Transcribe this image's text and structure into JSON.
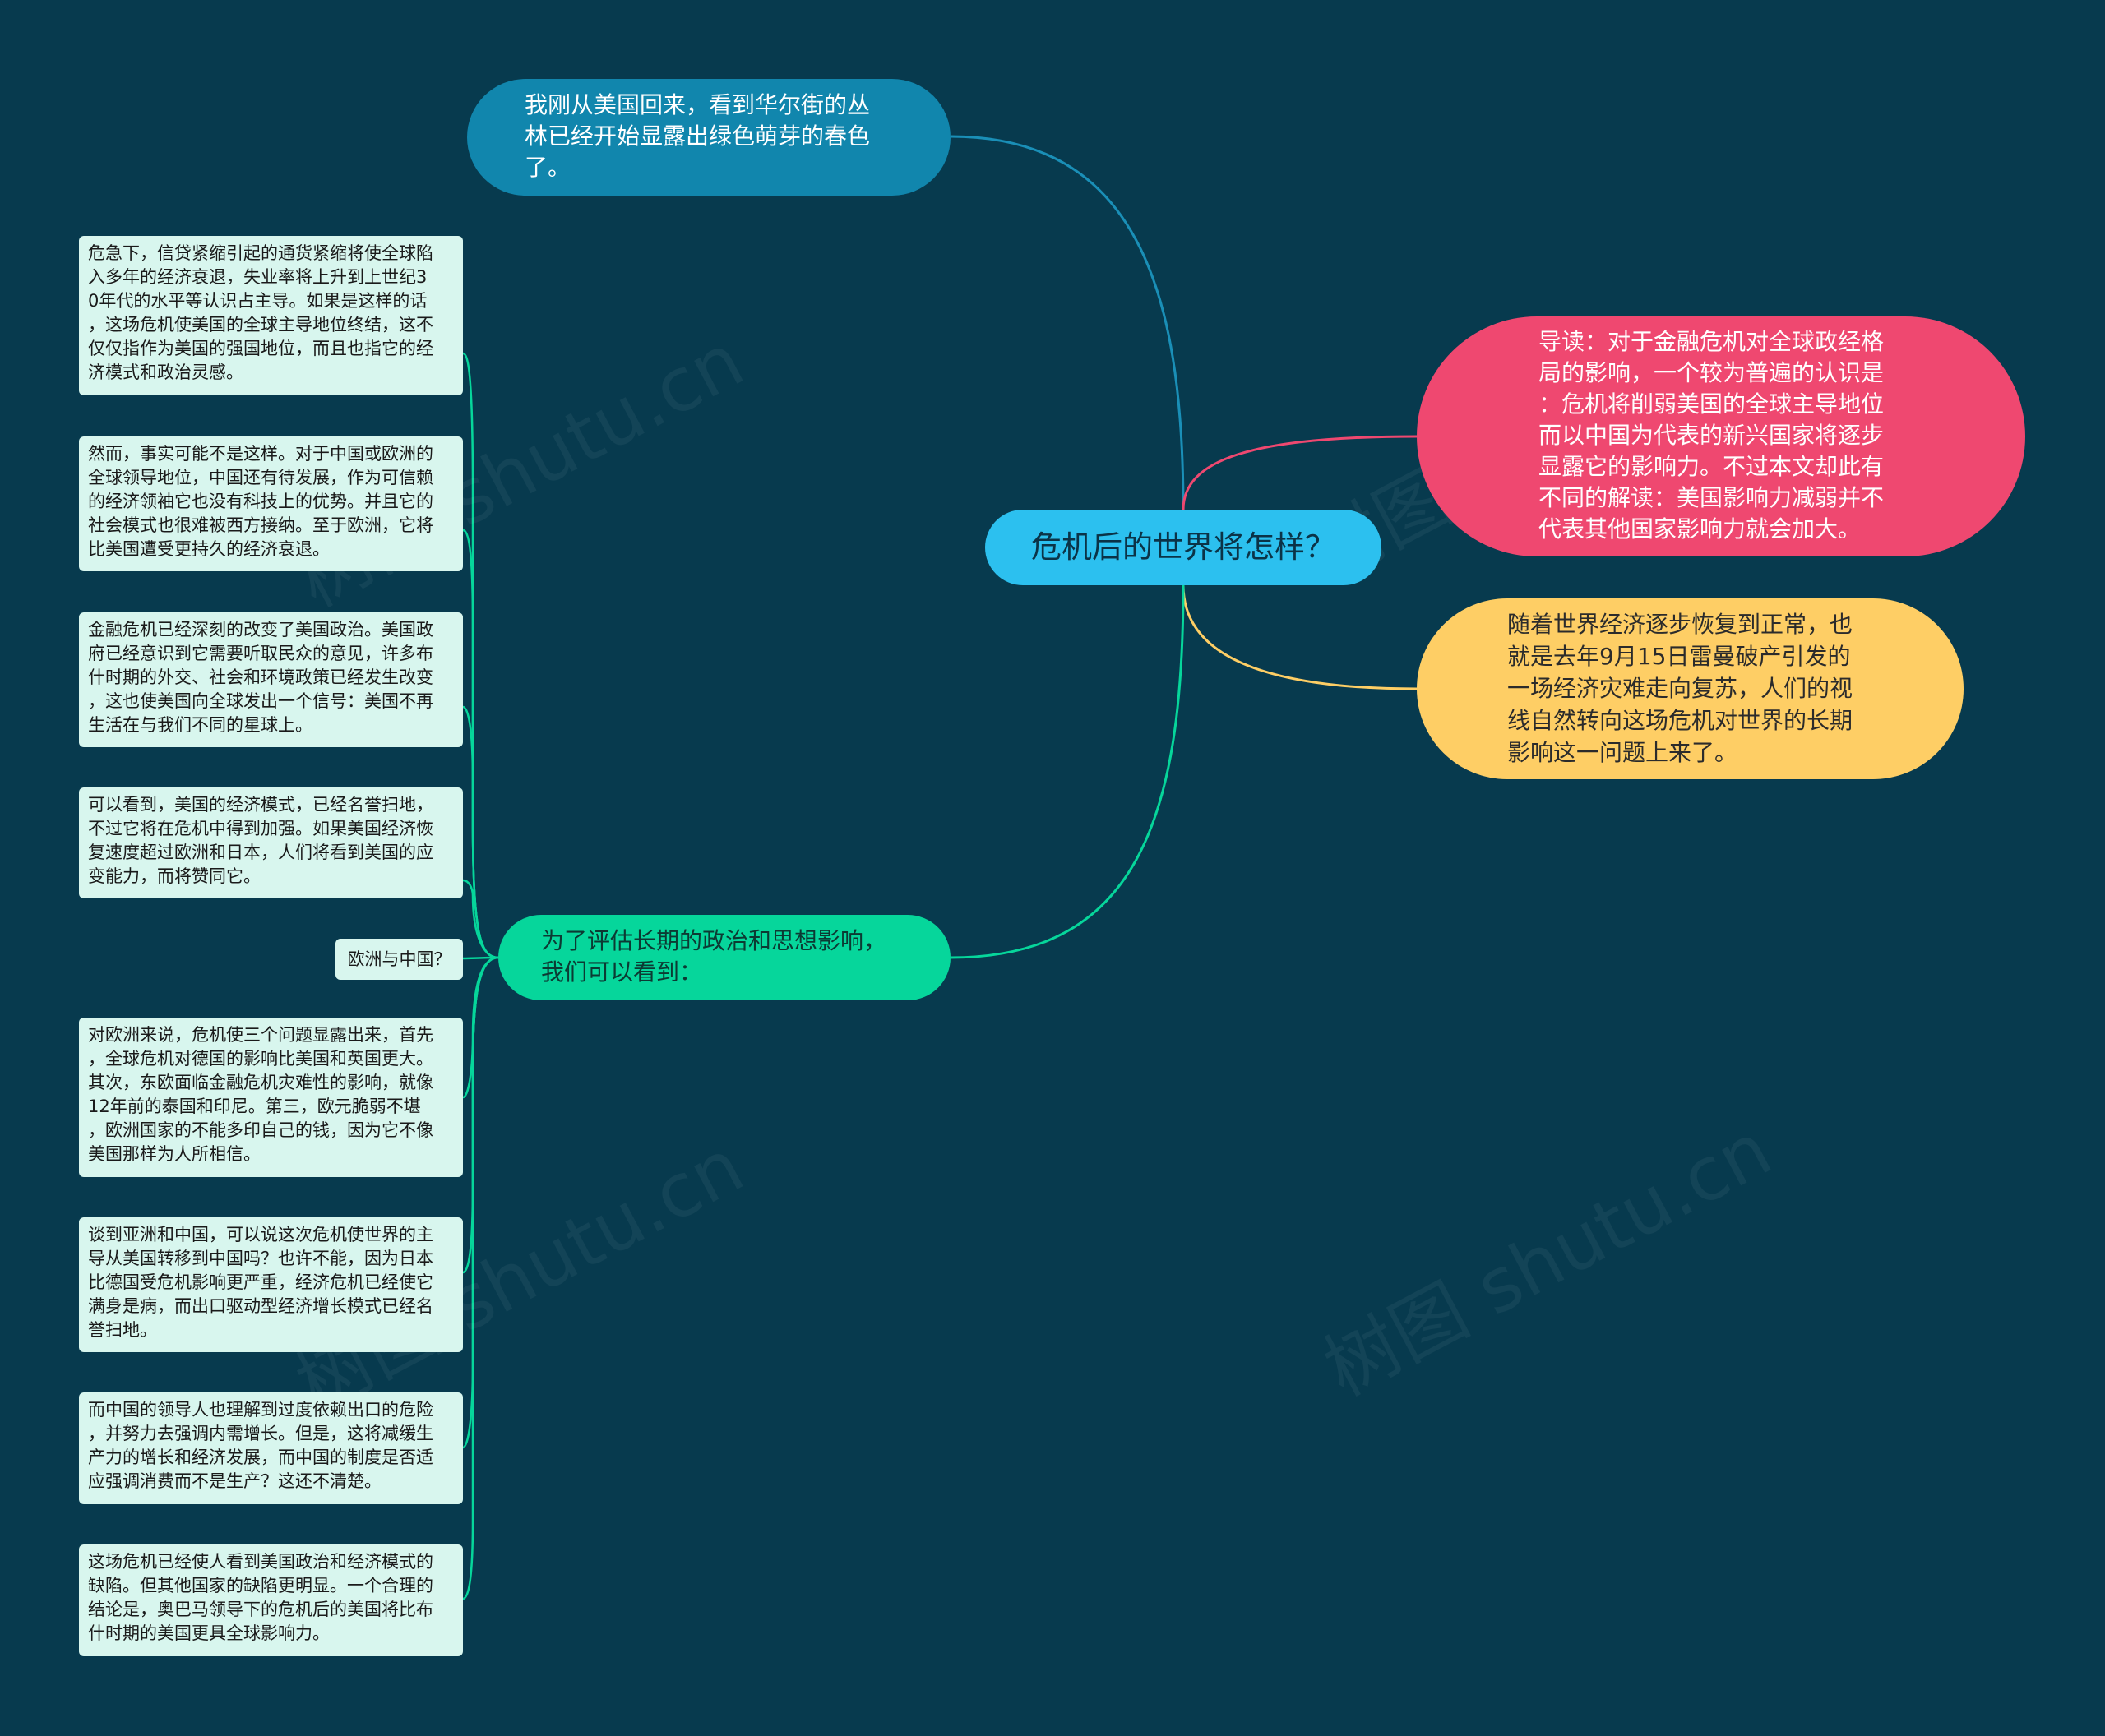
{
  "colors": {
    "background": "#073a4e",
    "root": "#2cc0ef",
    "branch_blue": "#1186ad",
    "branch_red": "#ef4870",
    "branch_yellow": "#fece65",
    "branch_green": "#06d69b",
    "leaf": "#d8f6ee"
  },
  "root": {
    "text": "危机后的世界将怎样？"
  },
  "branches": {
    "intro_blue": "我刚从美国回来，看到华尔街的丛\n林已经开始显露出绿色萌芽的春色\n了。",
    "guide_red": "导读：对于金融危机对全球政经格\n局的影响，一个较为普遍的认识是\n：危机将削弱美国的全球主导地位\n而以中国为代表的新兴国家将逐步\n显露它的影响力。不过本文却此有\n不同的解读：美国影响力减弱并不\n代表其他国家影响力就会加大。",
    "recovery_yellow": "随着世界经济逐步恢复到正常，也\n就是去年9月15日雷曼破产引发的\n一场经济灾难走向复苏，人们的视\n线自然转向这场危机对世界的长期\n影响这一问题上来了。",
    "assess_green": "为了评估长期的政治和思想影响，\n我们可以看到："
  },
  "leaves": [
    "危急下，信贷紧缩引起的通货紧缩将使全球陷\n入多年的经济衰退，失业率将上升到上世纪3\n0年代的水平等认识占主导。如果是这样的话\n，这场危机使美国的全球主导地位终结，这不\n仅仅指作为美国的强国地位，而且也指它的经\n济模式和政治灵感。",
    "然而，事实可能不是这样。对于中国或欧洲的\n全球领导地位，中国还有待发展，作为可信赖\n的经济领袖它也没有科技上的优势。并且它的\n社会模式也很难被西方接纳。至于欧洲，它将\n比美国遭受更持久的经济衰退。",
    "金融危机已经深刻的改变了美国政治。美国政\n府已经意识到它需要听取民众的意见，许多布\n什时期的外交、社会和环境政策已经发生改变\n，这也使美国向全球发出一个信号：美国不再\n生活在与我们不同的星球上。",
    "可以看到，美国的经济模式，已经名誉扫地，\n不过它将在危机中得到加强。如果美国经济恢\n复速度超过欧洲和日本，人们将看到美国的应\n变能力，而将赞同它。",
    "欧洲与中国？",
    "对欧洲来说，危机使三个问题显露出来，首先\n，全球危机对德国的影响比美国和英国更大。\n其次，东欧面临金融危机灾难性的影响，就像\n12年前的泰国和印尼。第三，欧元脆弱不堪\n，欧洲国家的不能多印自己的钱，因为它不像\n美国那样为人所相信。",
    "谈到亚洲和中国，可以说这次危机使世界的主\n导从美国转移到中国吗？也许不能，因为日本\n比德国受危机影响更严重，经济危机已经使它\n满身是病，而出口驱动型经济增长模式已经名\n誉扫地。",
    "而中国的领导人也理解到过度依赖出口的危险\n，并努力去强调内需增长。但是，这将减缓生\n产力的增长和经济发展，而中国的制度是否适\n应强调消费而不是生产？这还不清楚。",
    "这场危机已经使人看到美国政治和经济模式的\n缺陷。但其他国家的缺陷更明显。一个合理的\n结论是，奥巴马领导下的危机后的美国将比布\n什时期的美国更具全球影响力。"
  ],
  "watermark": "树图 shutu.cn"
}
